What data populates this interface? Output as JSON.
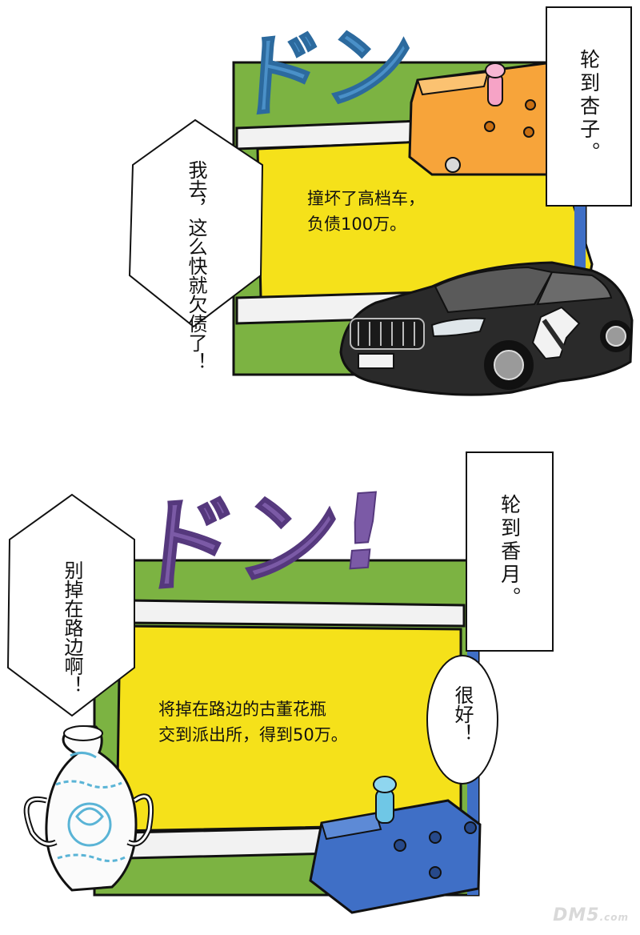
{
  "panel1": {
    "sfx": "ドン",
    "narration": "轮到杏子。",
    "bubble": "我去，这么快就欠债了！",
    "caption_line1": "撞坏了高档车，",
    "caption_line2": "负债100万。"
  },
  "panel2": {
    "sfx": "ドン!",
    "narration": "轮到香月。",
    "bubble_left": "别掉在路边啊！",
    "bubble_right": "很好！",
    "caption_line1": "将掉在路边的古董花瓶",
    "caption_line2": "交到派出所，得到50万。"
  },
  "watermark": {
    "brand": "DM5",
    "suffix": ".com"
  },
  "colors": {
    "board_green": "#7cb342",
    "board_yellow": "#f5e11a",
    "sfx_blue": "#4a90c8",
    "sfx_purple": "#7b5aa6",
    "car_orange": "#f7a43a",
    "car_blue": "#3f6fc6",
    "sedan": "#2a2a2a",
    "vase_pattern": "#5ab4d6"
  }
}
